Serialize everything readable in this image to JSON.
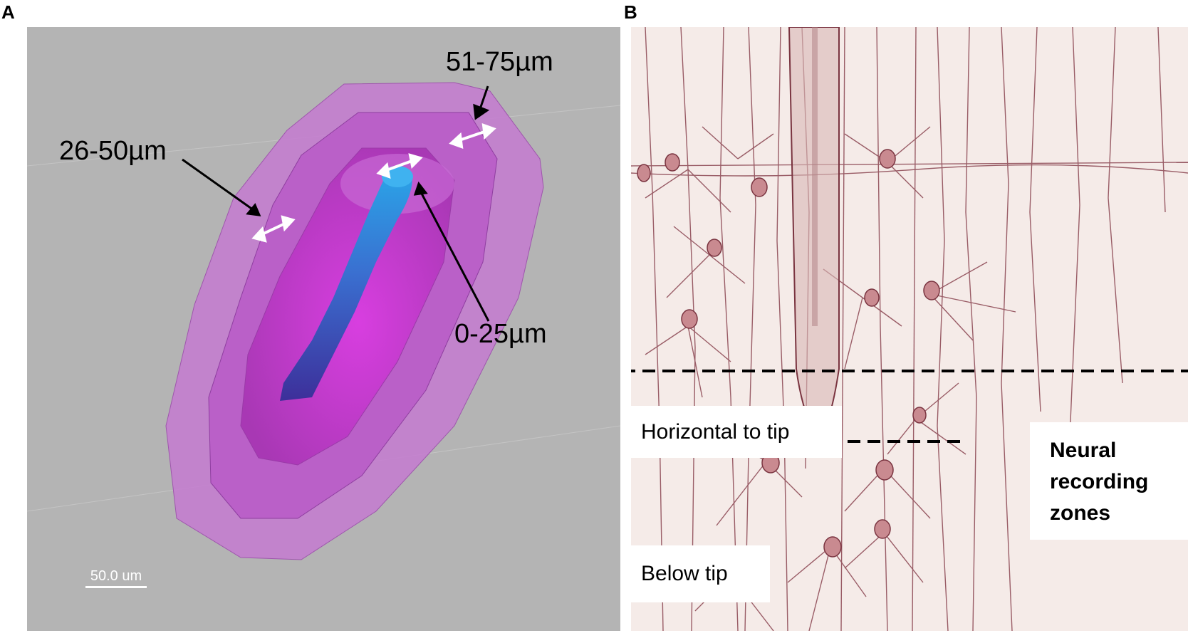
{
  "panels": {
    "a": {
      "letter": "A",
      "labels": {
        "outer": "51-75µm",
        "middle": "26-50µm",
        "inner": "0-25µm"
      },
      "scale_bar": "50.0 um"
    },
    "b": {
      "letter": "B",
      "zones": {
        "horizontal": "Horizontal to tip",
        "below": "Below tip",
        "title_line1": "Neural",
        "title_line2": "recording",
        "title_line3": "zones"
      }
    }
  },
  "colors": {
    "background_a": "#b4b4b4",
    "shell_outer": "#c47ad0",
    "shell_middle": "#b95cc8",
    "shell_inner": "#c93fd4",
    "probe_tip": "#2aa5e8",
    "probe_base": "#3d2f9a",
    "drawing_ink": "#8a4450",
    "paper": "#f5ebe8"
  }
}
